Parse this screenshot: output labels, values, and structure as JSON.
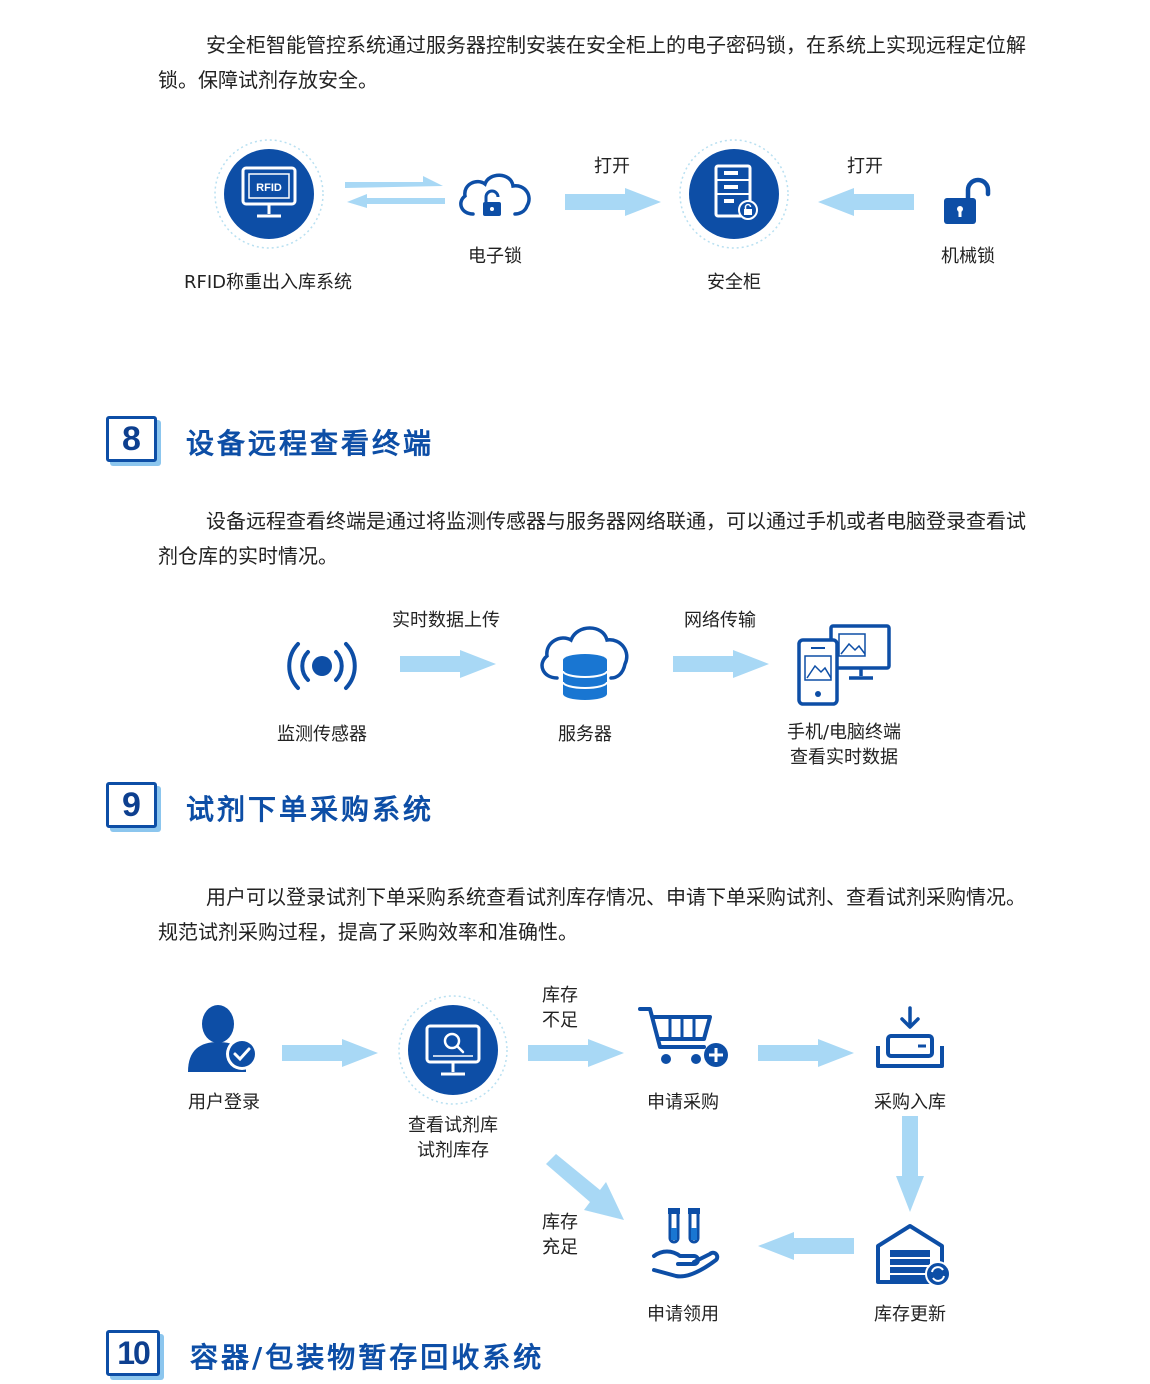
{
  "colors": {
    "primary": "#0d4ea6",
    "accent": "#a8d8f5",
    "ring": "#b9e0f1"
  },
  "intro": {
    "text": "安全柜智能管控系统通过服务器控制安装在安全柜上的电子密码锁，在系统上实现远程定位解锁。保障试剂存放安全。"
  },
  "diagram1": {
    "rfid_badge": "RFID",
    "nodes": {
      "rfid": "RFID称重出入库系统",
      "elock": "电子锁",
      "cabinet": "安全柜",
      "mlock": "机械锁"
    },
    "arrow_labels": {
      "open_left": "打开",
      "open_right": "打开"
    },
    "icons": [
      "rfid-monitor-icon",
      "cloud-lock-icon",
      "safe-cabinet-icon",
      "padlock-open-icon"
    ]
  },
  "section8": {
    "number": "8",
    "title": "设备远程查看终端",
    "text": "设备远程查看终端是通过将监测传感器与服务器网络联通，可以通过手机或者电脑登录查看试剂仓库的实时情况。",
    "nodes": {
      "sensor": "监测传感器",
      "server": "服务器",
      "terminal_line1": "手机/电脑终端",
      "terminal_line2": "查看实时数据"
    },
    "arrow_labels": {
      "upload": "实时数据上传",
      "network": "网络传输"
    },
    "icons": [
      "sensor-signal-icon",
      "cloud-database-icon",
      "phone-monitor-icon"
    ]
  },
  "section9": {
    "number": "9",
    "title": "试剂下单采购系统",
    "text": "用户可以登录试剂下单采购系统查看试剂库存情况、申请下单采购试剂、查看试剂采购情况。规范试剂采购过程，提高了采购效率和准确性。",
    "nodes": {
      "login": "用户登录",
      "check_line1": "查看试剂库",
      "check_line2": "试剂库存",
      "purchase": "申请采购",
      "stock_in": "采购入库",
      "update": "库存更新",
      "receive": "申请领用"
    },
    "arrow_labels": {
      "shortage_line1": "库存",
      "shortage_line2": "不足",
      "enough_line1": "库存",
      "enough_line2": "充足"
    },
    "icons": [
      "user-check-icon",
      "monitor-search-icon",
      "cart-add-icon",
      "tray-inbox-icon",
      "warehouse-refresh-icon",
      "hand-tubes-icon"
    ]
  },
  "section10": {
    "number": "10",
    "title": "容器/包装物暂存回收系统"
  }
}
